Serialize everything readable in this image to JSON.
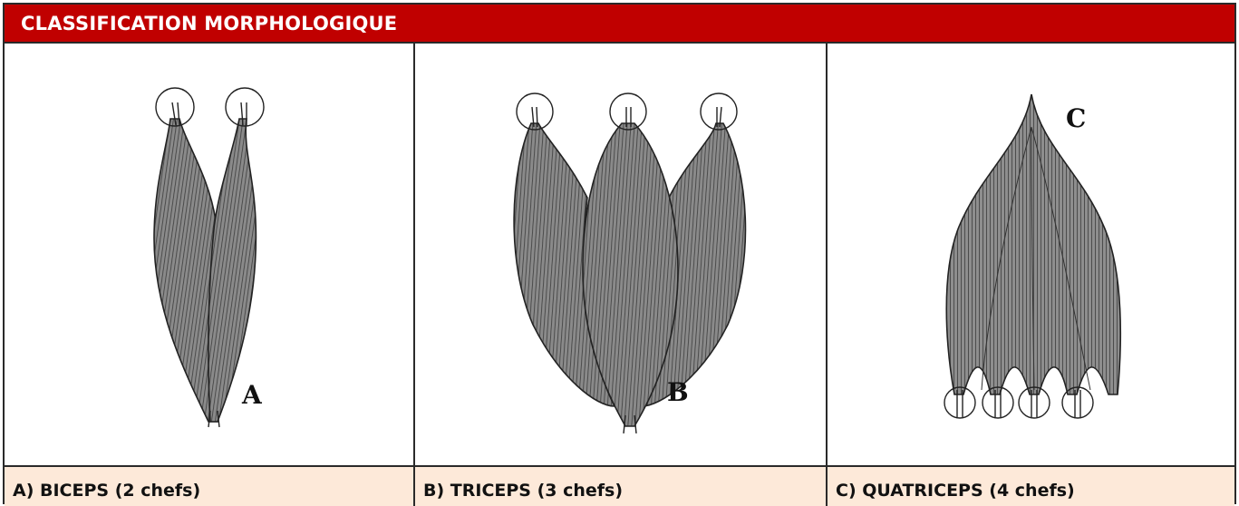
{
  "header": {
    "title": "CLASSIFICATION MORPHOLOGIQUE"
  },
  "figures": [
    {
      "letter": "A",
      "caption": "A) BICEPS (2 chefs)"
    },
    {
      "letter": "B",
      "caption": "B) TRICEPS (3 chefs)"
    },
    {
      "letter": "C",
      "caption": "C) QUATRICEPS (4 chefs)"
    }
  ],
  "colors": {
    "header_bg": "#c00000",
    "header_text": "#ffffff",
    "caption_bg": "#fde9d9",
    "border": "#2a2a2a",
    "muscle": "#6d6d6d"
  }
}
